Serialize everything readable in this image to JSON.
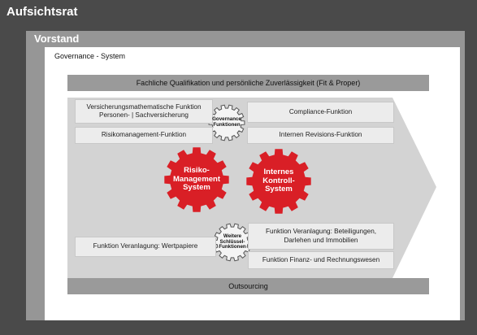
{
  "outer_label": "Aufsichtsrat",
  "vorstand_label": "Vorstand",
  "governance_label": "Governance - System",
  "top_band": "Fachliche Qualifikation und persönliche Zuverlässigkeit (Fit & Proper)",
  "bottom_band": "Outsourcing",
  "governance_functions": {
    "left_top_line1": "Versicherungsmathematische Funktion",
    "left_top_line2": "Personen- | Sachversicherung",
    "left_bottom": "Risikomanagement-Funktion",
    "right_top": "Compliance-Funktion",
    "right_bottom": "Internen Revisions-Funktion",
    "gear_line1": "Governance",
    "gear_line2": "Funktionen"
  },
  "center_gears": {
    "left_line1": "Risiko-",
    "left_line2": "Management",
    "left_line3": "System",
    "right_line1": "Internes",
    "right_line2": "Kontroll-",
    "right_line3": "System"
  },
  "key_functions": {
    "left": "Funktion Veranlagung: Wertpapiere",
    "right_top_line1": "Funktion Veranlagung: Beteiligungen,",
    "right_top_line2": "Darlehen und Immobilien",
    "right_bottom": "Funktion Finanz- und Rechnungswesen",
    "gear_line1": "Weitere",
    "gear_line2": "Schlüssel-",
    "gear_line3": "Funktionen"
  },
  "colors": {
    "outer": "#4a4a4a",
    "vorstand": "#969696",
    "band": "#9a9a9a",
    "arrow": "#d3d3d3",
    "gear_red": "#d91f26",
    "box": "#ececec"
  }
}
